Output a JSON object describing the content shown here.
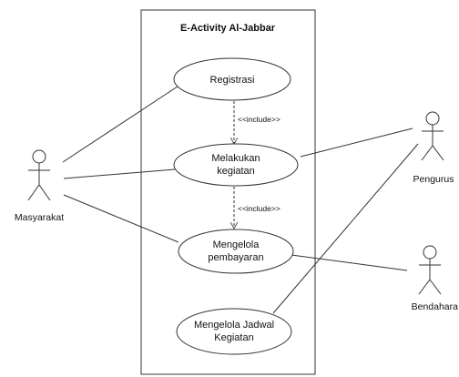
{
  "system": {
    "title": "E-Activity Al-Jabbar"
  },
  "use_cases": {
    "registrasi": [
      "Registrasi"
    ],
    "melakukan_kegiatan": [
      "Melakukan",
      "kegiatan"
    ],
    "mengelola_pembayaran": [
      "Mengelola",
      "pembayaran"
    ],
    "mengelola_jadwal": [
      "Mengelola Jadwal",
      "Kegiatan"
    ]
  },
  "actors": {
    "masyarakat": "Masyarakat",
    "pengurus": "Pengurus",
    "bendahara": "Bendahara"
  },
  "relations": {
    "include_1": "<<include>>",
    "include_2": "<<include>>"
  }
}
